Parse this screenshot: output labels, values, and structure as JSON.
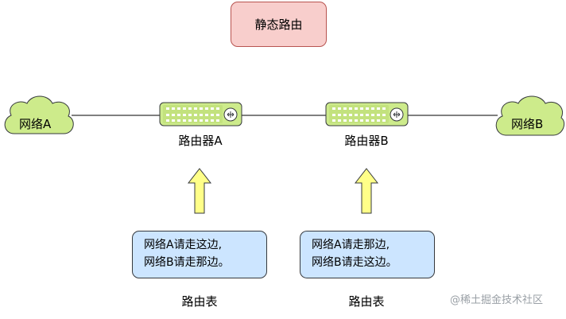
{
  "title": "静态路由",
  "network_a": "网络A",
  "network_b": "网络B",
  "router_a": "路由器A",
  "router_b": "路由器B",
  "table_a": {
    "line1": "网络A请走这边,",
    "line2": "网络B请走那边。"
  },
  "table_b": {
    "line1": "网络A请走那边,",
    "line2": "网络B请走这边。"
  },
  "table_caption": "路由表",
  "watermark": "@稀土掘金技术社区",
  "colors": {
    "title_fill": "#f8cecc",
    "cloud_fill": "#cdeb8b",
    "router_fill": "#cdeb8b",
    "arrow_fill": "#ffff88",
    "table_fill": "#cce5ff"
  },
  "icons": {
    "cloud": "cloud-icon",
    "router": "router-icon",
    "arrow": "up-arrow-icon"
  }
}
